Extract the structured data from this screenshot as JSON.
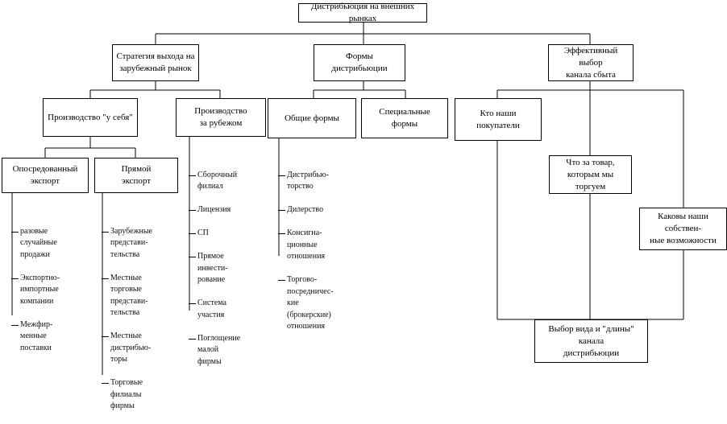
{
  "root": "Дистрибьюция на внешних рынках",
  "level1": {
    "strategy": "Стратегия выхода на\nзарубежный рынок",
    "forms": "Формы\nдистрибьюции",
    "channel": "Эффективный выбор\nканала сбыта"
  },
  "strategy_children": {
    "home": "Производство \"у себя\"",
    "abroad": "Производство\nза рубежом"
  },
  "export": {
    "indirect": "Опосредованный\nэкспорт",
    "direct": "Прямой\nэкспорт"
  },
  "forms_children": {
    "general": "Общие формы",
    "special": "Специальные\nформы"
  },
  "channel_children": {
    "customers": "Кто наши\nпокупатели",
    "product": "Что за товар,\nкоторым мы торгуем",
    "capabilities": "Каковы наши собствен-\nные возможности",
    "result": "Выбор вида и \"длины\" канала\nдистрибьюции"
  },
  "lists": {
    "indirect": [
      "разовые\nслучайные\nпродажи",
      "Экспортно-\nимпортные\nкомпании",
      "Межфир-\nменные\nпоставки"
    ],
    "direct": [
      "Зарубежные\nпредстави-\nтельства",
      "Местные\nторговые\nпредстави-\nтельства",
      "Местные\nдистрибью-\nторы",
      "Торговые\nфилиалы\nфирмы"
    ],
    "abroad": [
      "Сборочный\nфилиал",
      "Лицензия",
      "СП",
      "Прямое\nинвести-\nрование",
      "Система\nучастия",
      "Поглощение\nмалой\nфирмы"
    ],
    "general": [
      "Дистрибью-\nторство",
      "Дилерство",
      "Консигна-\nционные\nотношения",
      "Торгово-\nпосредничес-\nкие\n(брокерские)\nотношения"
    ]
  }
}
